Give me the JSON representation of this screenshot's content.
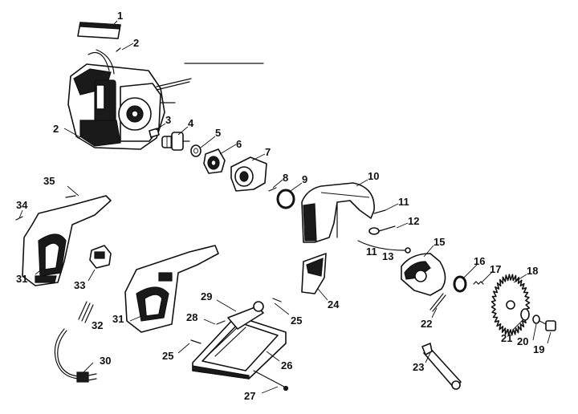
{
  "labels": [
    "1",
    "2",
    "2",
    "3",
    "4",
    "5",
    "6",
    "7",
    "8",
    "9",
    "10",
    "11",
    "12",
    "11",
    "13",
    "15",
    "16",
    "17",
    "18",
    "35",
    "34",
    "31",
    "33",
    "31",
    "32",
    "29",
    "28",
    "25",
    "25",
    "24",
    "26",
    "22",
    "23",
    "21",
    "20",
    "19",
    "30",
    "27"
  ]
}
